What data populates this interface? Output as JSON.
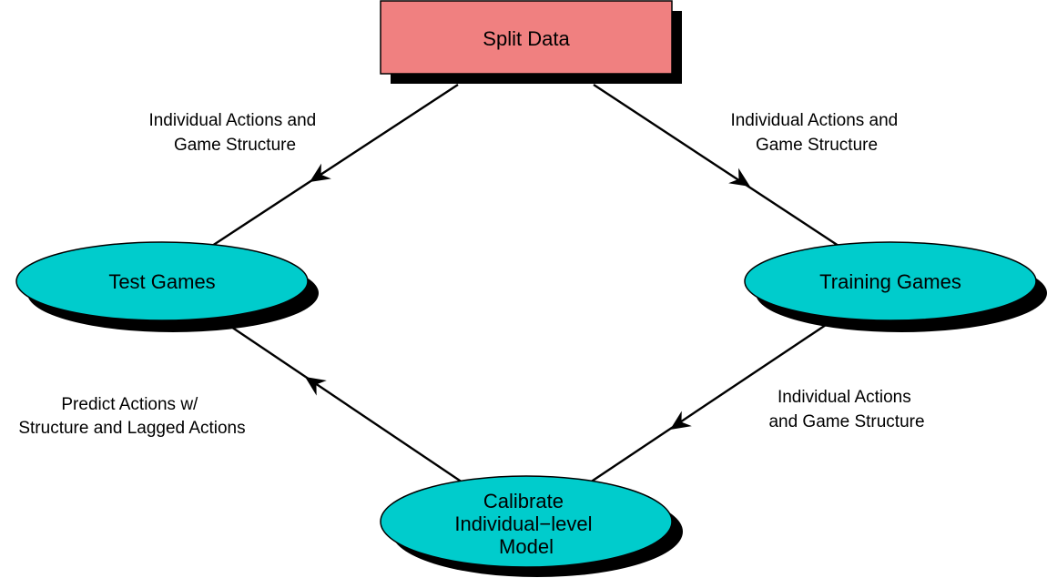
{
  "diagram": {
    "nodes": {
      "split_data": {
        "label": "Split Data",
        "color": "#f08080"
      },
      "test_games": {
        "label": "Test Games",
        "color": "#00cccc"
      },
      "training_games": {
        "label": "Training Games",
        "color": "#00cccc"
      },
      "calibrate": {
        "lines": [
          "Calibrate",
          "Individual−level",
          "Model"
        ],
        "color": "#00cccc"
      }
    },
    "edges": {
      "split_to_test": {
        "lines": [
          "Individual Actions and",
          "Game Structure"
        ]
      },
      "split_to_training": {
        "lines": [
          "Individual Actions and",
          "Game Structure"
        ]
      },
      "training_to_calibrate": {
        "lines": [
          "Individual Actions",
          "and Game Structure"
        ]
      },
      "calibrate_to_test": {
        "lines": [
          "Predict Actions w/",
          "Structure and Lagged Actions"
        ]
      }
    }
  }
}
